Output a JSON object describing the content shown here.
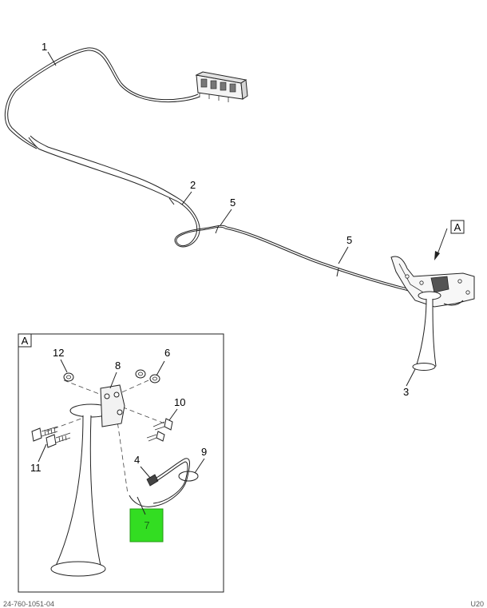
{
  "callouts": {
    "c1": "1",
    "c2": "2",
    "c3": "3",
    "c4": "4",
    "c5a": "5",
    "c5b": "5",
    "c6": "6",
    "c7": "7",
    "c8": "8",
    "c9": "9",
    "c10": "10",
    "c11": "11",
    "c12": "12"
  },
  "view_marker": "A",
  "detail_label": "A",
  "highlight_color": "#33dd22",
  "footer_left": "24-760-1051-04",
  "footer_right": "U20"
}
